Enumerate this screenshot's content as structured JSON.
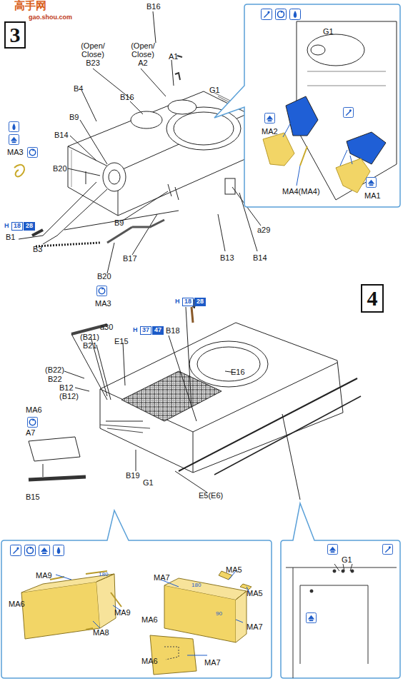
{
  "diagram": {
    "nodes": [
      {
        "text": [
          "3"
        ]
      },
      {
        "text": [
          "4"
        ]
      }
    ],
    "labels": [
      "高手网",
      "gao.shou.com",
      "(Open/ Close) B23",
      "(Open/ Close) A2",
      "B16",
      "A1",
      "G1",
      "B4",
      "B16",
      "B9",
      "B14",
      "MA3",
      "B20",
      "H",
      "18",
      "28",
      "B1",
      "B3",
      "B9",
      "B20",
      "MA3",
      "B17",
      "B13",
      "B14",
      "a29",
      "G1",
      "MA2",
      "MA4(MA4)",
      "MA1",
      "a30",
      "H",
      "18",
      "28",
      "H",
      "37",
      "47",
      "B18",
      "(B21)",
      "B21",
      "E15",
      "E16",
      "(B22)",
      "B22",
      "B12",
      "(B12)",
      "MA6",
      "A7",
      "B15",
      "B19",
      "G1",
      "E5(E6)",
      "MA9",
      "180",
      "MA9",
      "MA6",
      "MA8",
      "MA7",
      "MA5",
      "180",
      "MA5",
      "90",
      "MA6",
      "MA7",
      "MA6",
      "MA7",
      "G1"
    ]
  }
}
